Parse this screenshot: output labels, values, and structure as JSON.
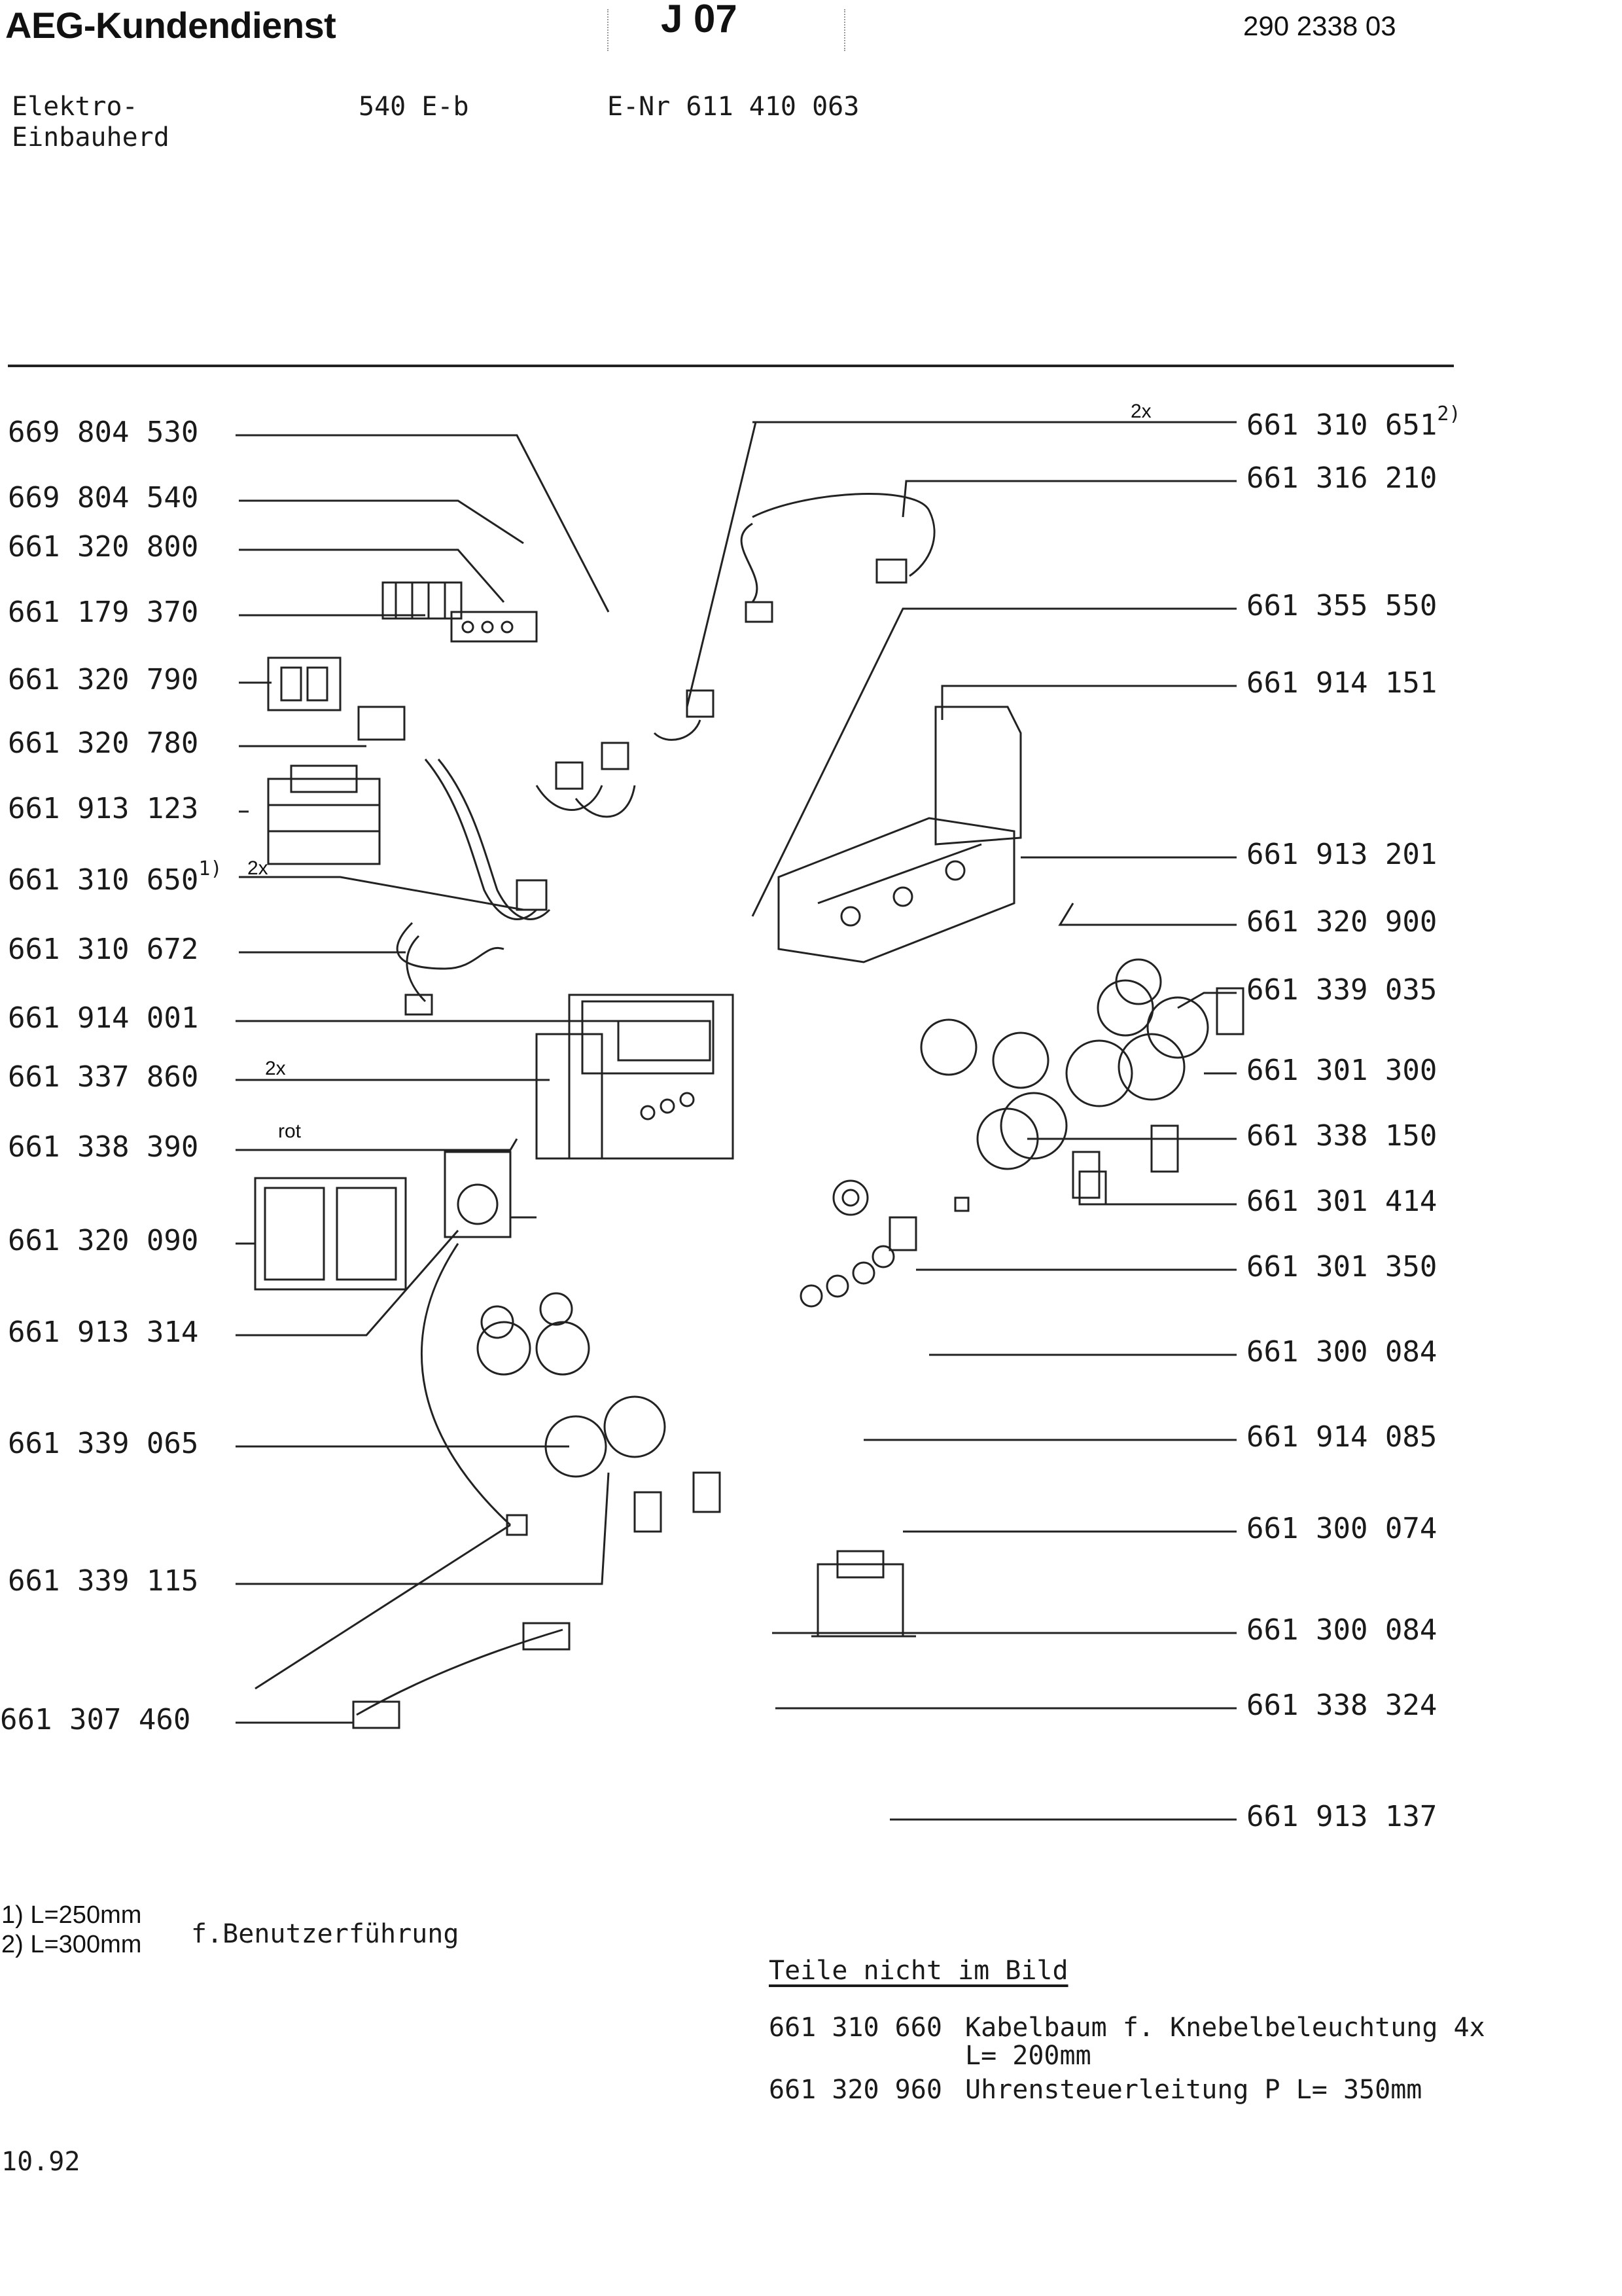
{
  "header": {
    "brand": "AEG-Kundendienst",
    "tag": "J 07",
    "doc_number": "290 2338 03"
  },
  "product": {
    "type_line1": "Elektro-",
    "type_line2": "Einbauherd",
    "model": "540 E-b",
    "enr": "E-Nr 611 410 063"
  },
  "left_parts": [
    {
      "number": "669 804 530",
      "sup": ""
    },
    {
      "number": "669 804 540",
      "sup": ""
    },
    {
      "number": "661 320 800",
      "sup": ""
    },
    {
      "number": "661 179 370",
      "sup": ""
    },
    {
      "number": "661 320 790",
      "sup": ""
    },
    {
      "number": "661 320 780",
      "sup": ""
    },
    {
      "number": "661 913 123",
      "sup": ""
    },
    {
      "number": "661 310 650",
      "sup": "1)"
    },
    {
      "number": "661 310 672",
      "sup": ""
    },
    {
      "number": "661 914 001",
      "sup": ""
    },
    {
      "number": "661 337 860",
      "sup": ""
    },
    {
      "number": "661 338 390",
      "sup": ""
    },
    {
      "number": "661 320 090",
      "sup": ""
    },
    {
      "number": "661 913 314",
      "sup": ""
    },
    {
      "number": "661 339 065",
      "sup": ""
    },
    {
      "number": "661 339 115",
      "sup": ""
    },
    {
      "number": "661 307 460",
      "sup": ""
    }
  ],
  "right_parts": [
    {
      "number": "661 310 651",
      "sup": "2)"
    },
    {
      "number": "661 316 210",
      "sup": ""
    },
    {
      "number": "661 355 550",
      "sup": ""
    },
    {
      "number": "661 914 151",
      "sup": ""
    },
    {
      "number": "661 913 201",
      "sup": ""
    },
    {
      "number": "661 320 900",
      "sup": ""
    },
    {
      "number": "661 339 035",
      "sup": ""
    },
    {
      "number": "661 301 300",
      "sup": ""
    },
    {
      "number": "661 338 150",
      "sup": ""
    },
    {
      "number": "661 301 414",
      "sup": ""
    },
    {
      "number": "661 301 350",
      "sup": ""
    },
    {
      "number": "661 300 084",
      "sup": ""
    },
    {
      "number": "661 914 085",
      "sup": ""
    },
    {
      "number": "661 300 074",
      "sup": ""
    },
    {
      "number": "661 300 084",
      "sup": ""
    },
    {
      "number": "661 338 324",
      "sup": ""
    },
    {
      "number": "661 913 137",
      "sup": ""
    }
  ],
  "annotations": {
    "qty_right_top": "2x",
    "qty_left_650": "2x",
    "qty_left_860": "2x",
    "color_label": "rot"
  },
  "footnotes": {
    "note1": "1) L=250mm",
    "note2": "2) L=300mm",
    "note_text": "f.Benutzerführung"
  },
  "not_shown": {
    "heading": "Teile nicht im Bild",
    "items": [
      {
        "number": "661 310 660",
        "desc": "Kabelbaum f. Knebelbeleuchtung 4x",
        "desc2": "L= 200mm"
      },
      {
        "number": "661 320 960",
        "desc": "Uhrensteuerleitung P L= 350mm",
        "desc2": ""
      }
    ]
  },
  "date": "10.92"
}
